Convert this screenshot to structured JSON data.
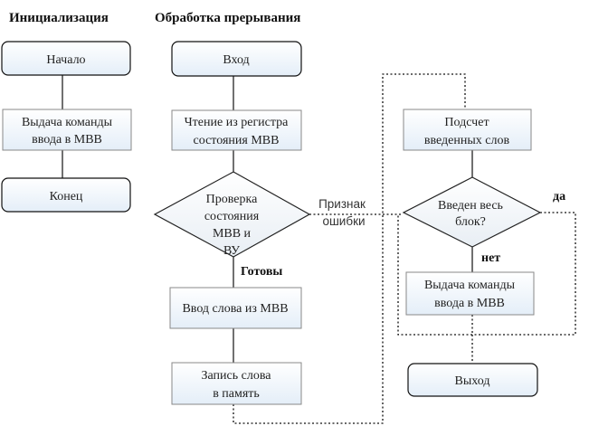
{
  "headers": {
    "init": "Инициализация",
    "interrupt": "Обработка прерывания"
  },
  "init_column": {
    "start": "Начало",
    "issue_cmd": [
      "Выдача команды",
      "ввода в МВВ"
    ],
    "end": "Конец"
  },
  "interrupt_column": {
    "entry": "Вход",
    "read_status": [
      "Чтение из регистра",
      "состояния МВВ"
    ],
    "check_status": [
      "Проверка",
      "состояния",
      "МВВ и",
      "ВУ"
    ],
    "ready_label": "Готовы",
    "input_word": "Ввод слова из МВВ",
    "write_word": [
      "Запись слова",
      "в память"
    ]
  },
  "error_label": [
    "Признак",
    "ошибки"
  ],
  "count_column": {
    "count_words": [
      "Подсчет",
      "введенных слов"
    ],
    "block_check": [
      "Введен весь",
      "блок?"
    ],
    "yes_label": "да",
    "no_label": "нет",
    "issue_cmd": [
      "Выдача команды",
      "ввода в МВВ"
    ],
    "exit": "Выход"
  }
}
